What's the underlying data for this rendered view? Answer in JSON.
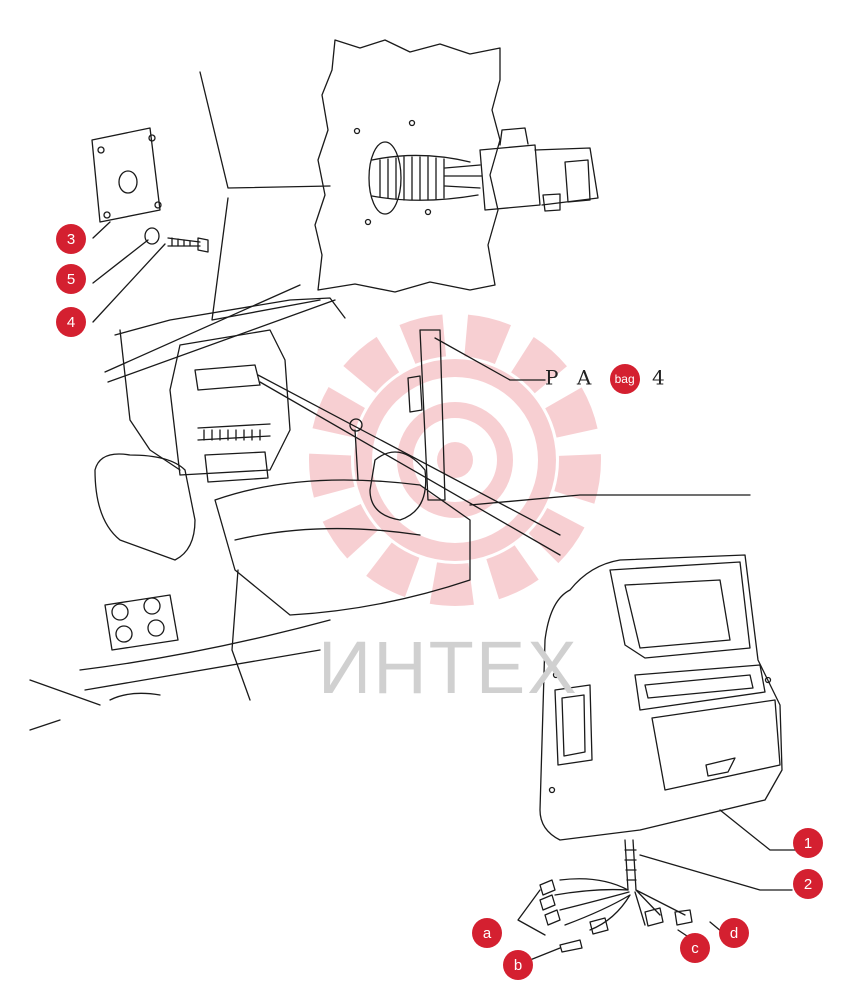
{
  "colors": {
    "callout": "#d42030",
    "line": "#1a1a1a",
    "watermark_gear": "#f6c9cc",
    "watermark_text": "#cfcfcf"
  },
  "reference": {
    "prefix": "P A",
    "badge": "bag 4",
    "suffix": "4"
  },
  "watermark": {
    "text": "ИНТЕХ",
    "icon": "gear-logo-icon"
  },
  "callouts": [
    {
      "id": "c1",
      "label": "1"
    },
    {
      "id": "c2",
      "label": "2"
    },
    {
      "id": "c3",
      "label": "3"
    },
    {
      "id": "c4",
      "label": "4"
    },
    {
      "id": "c5",
      "label": "5"
    },
    {
      "id": "ca",
      "label": "a"
    },
    {
      "id": "cb",
      "label": "b"
    },
    {
      "id": "cc",
      "label": "c"
    },
    {
      "id": "cd",
      "label": "d"
    }
  ]
}
